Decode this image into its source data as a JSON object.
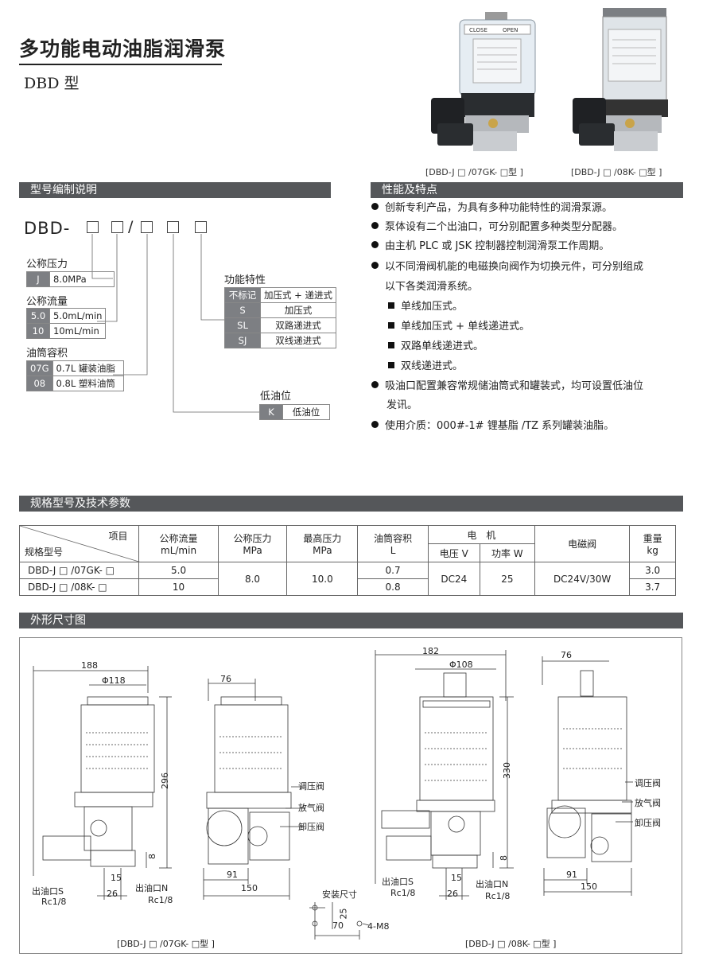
{
  "header": {
    "title": "多功能电动油脂润滑泵",
    "subtitle": "DBD 型"
  },
  "photos": {
    "caption_left": "[DBD-J □ /07GK- □型 ]",
    "caption_right": "[DBD-J □ /08K- □型 ]",
    "label_close": "CLOSE",
    "label_open": "OPEN"
  },
  "sections": {
    "model_code": "型号编制说明",
    "features": "性能及特点",
    "specs": "规格型号及技术参数",
    "dimensions": "外形尺寸图"
  },
  "model_code": {
    "prefix": "DBD-",
    "slash": "/",
    "pressure": {
      "title": "公称压力",
      "rows": [
        {
          "code": "J",
          "value": "8.0MPa"
        }
      ]
    },
    "flow": {
      "title": "公称流量",
      "rows": [
        {
          "code": "5.0",
          "value": "5.0mL/min"
        },
        {
          "code": "10",
          "value": "10mL/min"
        }
      ]
    },
    "volume": {
      "title": "油筒容积",
      "rows": [
        {
          "code": "07G",
          "value": "0.7L 罐装油脂"
        },
        {
          "code": "08",
          "value": "0.8L 塑料油筒"
        }
      ]
    },
    "function": {
      "title": "功能特性",
      "rows": [
        {
          "code": "不标记",
          "value": "加压式 + 递进式"
        },
        {
          "code": "S",
          "value": "加压式"
        },
        {
          "code": "SL",
          "value": "双路递进式"
        },
        {
          "code": "SJ",
          "value": "双线递进式"
        }
      ]
    },
    "low_level": {
      "title": "低油位",
      "rows": [
        {
          "code": "K",
          "value": "低油位"
        }
      ]
    }
  },
  "features": {
    "items": [
      "创新专利产品，为具有多种功能特性的润滑泵源。",
      "泵体设有二个出油口，可分别配置多种类型分配器。",
      "由主机 PLC 或 JSK 控制器控制润滑泵工作周期。",
      "以不同滑阀机能的电磁换向阀作为切换元件，可分别组成",
      "以下各类润滑系统。"
    ],
    "sub_items": [
      "单线加压式。",
      "单线加压式 + 单线递进式。",
      "双路单线递进式。",
      "双线递进式。"
    ],
    "items2": [
      "吸油口配置兼容常规储油筒式和罐装式，均可设置低油位",
      "发讯。",
      "使用介质：000#-1# 锂基脂 /TZ 系列罐装油脂。"
    ]
  },
  "spec_table": {
    "corner_top": "项目",
    "corner_bottom": "规格型号",
    "h_flow": "公称流量",
    "h_flow_u": "mL/min",
    "h_press": "公称压力",
    "h_press_u": "MPa",
    "h_max": "最高压力",
    "h_max_u": "MPa",
    "h_vol": "油筒容积",
    "h_vol_u": "L",
    "h_motor": "电　机",
    "h_volt": "电压 V",
    "h_power": "功率 W",
    "h_valve": "电磁阀",
    "h_weight": "重量",
    "h_weight_u": "kg",
    "rows": [
      {
        "model": "DBD-J □ /07GK- □",
        "flow": "5.0",
        "vol": "0.7",
        "weight": "3.0"
      },
      {
        "model": "DBD-J □ /08K- □",
        "flow": "10",
        "vol": "0.8",
        "weight": "3.7"
      }
    ],
    "press": "8.0",
    "max": "10.0",
    "volt": "DC24",
    "power": "25",
    "valve": "DC24V/30W"
  },
  "drawings": {
    "d188": "188",
    "d118": "Φ118",
    "d296": "296",
    "d8": "8",
    "d15": "15",
    "d26": "26",
    "out_s": "出油口S",
    "out_n": "出油口N",
    "rc": "Rc1/8",
    "d76": "76",
    "d91": "91",
    "d150": "150",
    "v_adj": "调压阀",
    "v_air": "放气阀",
    "v_rel": "卸压阀",
    "d182": "182",
    "d108": "Φ108",
    "d330": "330",
    "mount": "安装尺寸",
    "d25": "25",
    "d70": "70",
    "m8": "4-M8",
    "cap_left": "[DBD-J □ /07GK- □型 ]",
    "cap_right": "[DBD-J □ /08K- □型 ]"
  }
}
